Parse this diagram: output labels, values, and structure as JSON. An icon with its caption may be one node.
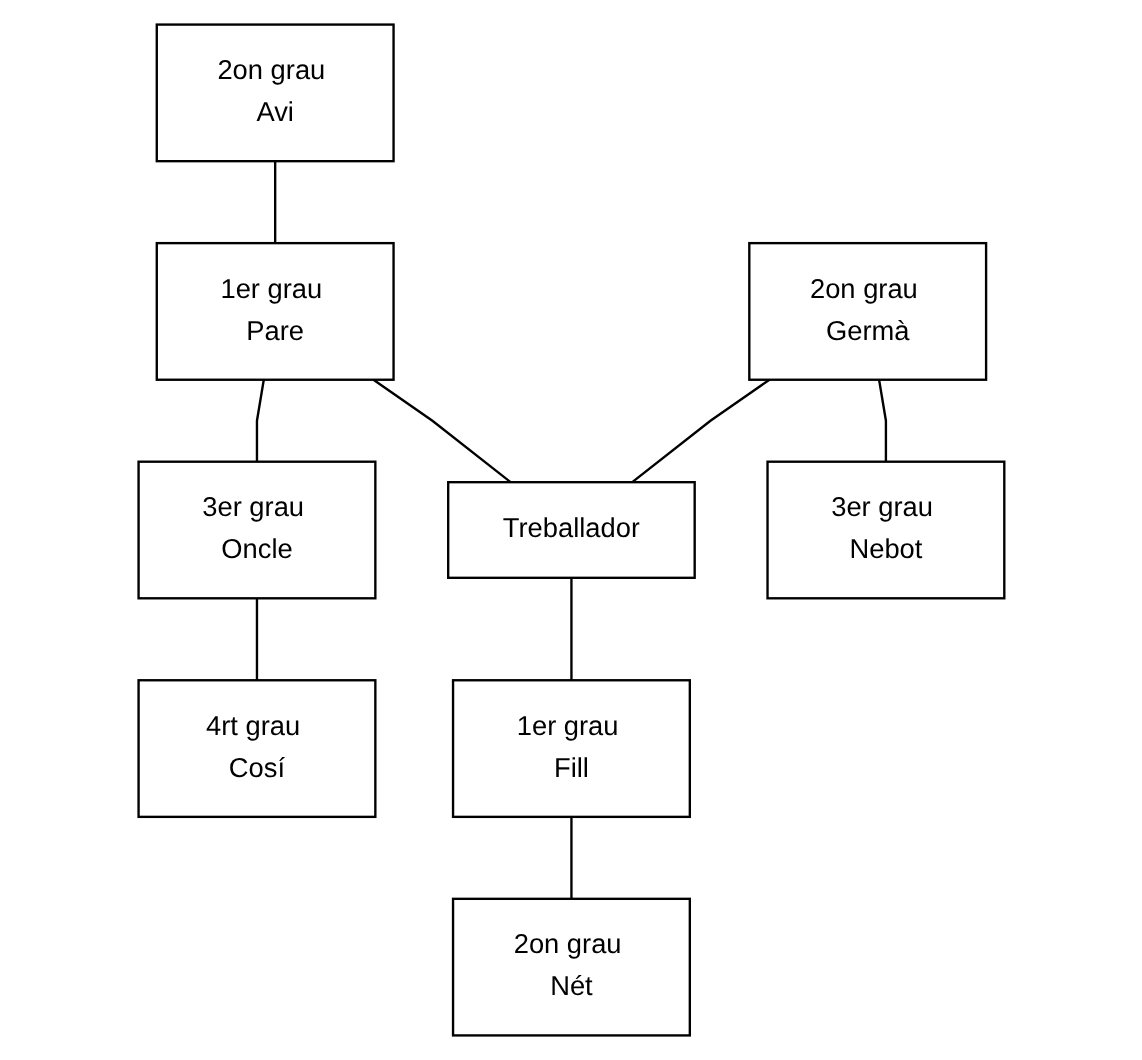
{
  "diagram": {
    "nodes": [
      {
        "text": [
          "2on grau Avi"
        ]
      },
      {
        "text": [
          "1er grau Pare"
        ]
      },
      {
        "text": [
          "3er grau Oncle"
        ]
      },
      {
        "text": [
          "2on grau Germà"
        ]
      },
      {
        "text": [
          "Treballador"
        ]
      },
      {
        "text": [
          "4rt grau Cosí"
        ]
      },
      {
        "text": [
          "3er grau Nebot"
        ]
      },
      {
        "text": [
          "1er grau Fill"
        ]
      },
      {
        "text": [
          "2on grau Nét"
        ]
      }
    ],
    "edges": [
      {
        "from": 0,
        "to": 1,
        "arrow": "none"
      },
      {
        "from": 1,
        "to": 2,
        "arrow": "none"
      },
      {
        "from": 1,
        "to": 4,
        "arrow": "none"
      },
      {
        "from": 3,
        "to": 4,
        "arrow": "none"
      },
      {
        "from": 2,
        "to": 5,
        "arrow": "none"
      },
      {
        "from": 3,
        "to": 6,
        "arrow": "none"
      },
      {
        "from": 4,
        "to": 7,
        "arrow": "none"
      },
      {
        "from": 7,
        "to": 8,
        "arrow": "none"
      }
    ]
  }
}
